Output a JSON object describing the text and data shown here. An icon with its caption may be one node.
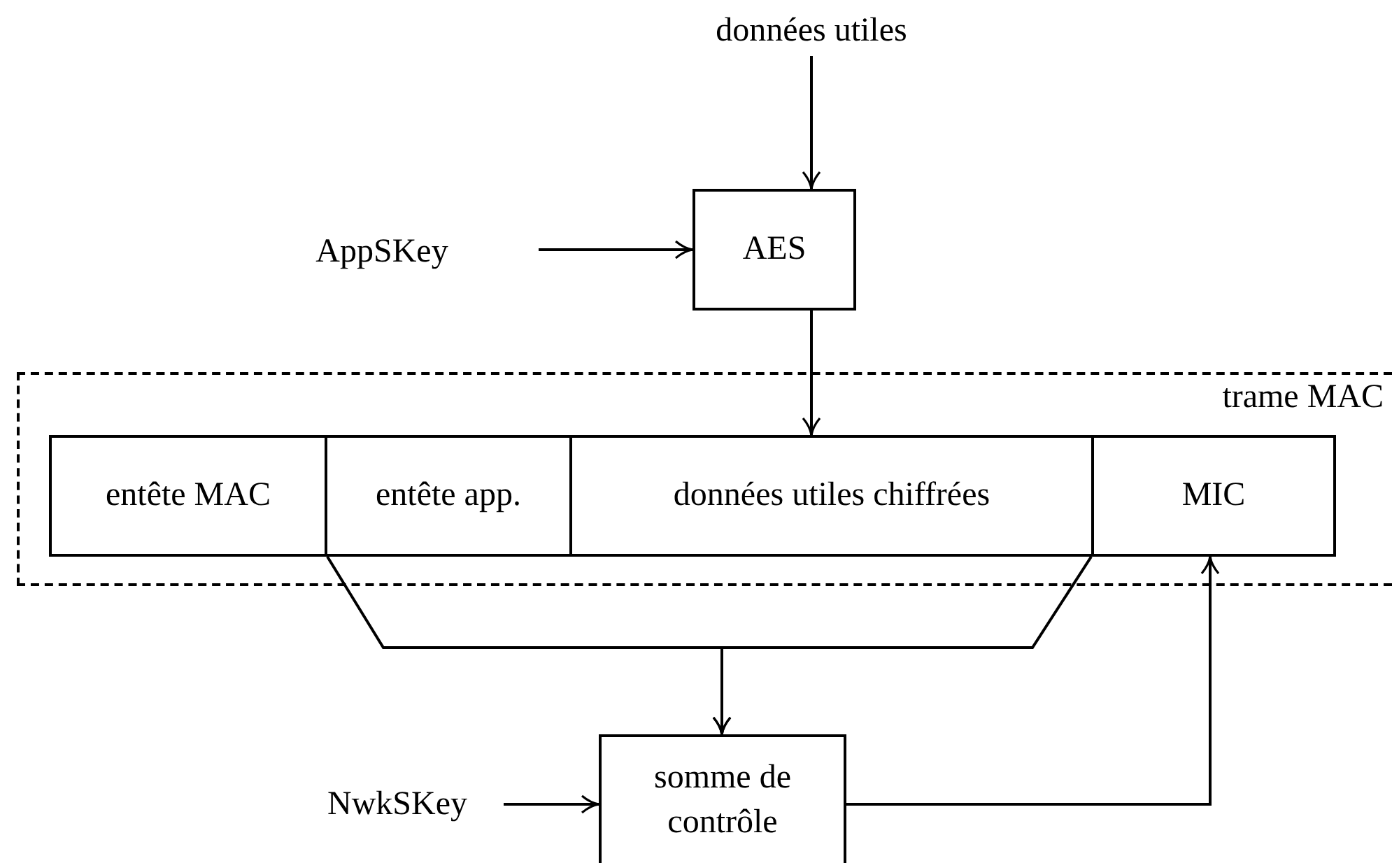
{
  "diagram": {
    "nodes": [
      {
        "text": [
          "données utiles"
        ]
      },
      {
        "text": [
          "AES"
        ]
      },
      {
        "text": [
          "AppSKey"
        ]
      },
      {
        "text": [
          "trame MAC"
        ]
      },
      {
        "text": [
          "entête MAC"
        ],
        "in": 3
      },
      {
        "text": [
          "entête app."
        ],
        "in": 3
      },
      {
        "text": [
          "données utiles chiffrées"
        ],
        "in": 3
      },
      {
        "text": [
          "MIC"
        ],
        "in": 3
      },
      {
        "text": [
          "somme de contrôle"
        ]
      },
      {
        "text": [
          "NwkSKey"
        ]
      }
    ],
    "edges": [
      {
        "from": 0,
        "to": 1,
        "arrow": "to"
      },
      {
        "from": 2,
        "to": 1,
        "arrow": "to"
      },
      {
        "from": 1,
        "to": 6,
        "arrow": "to"
      },
      {
        "from": 5,
        "to": 8,
        "arrow": "to"
      },
      {
        "from": 6,
        "to": 8,
        "arrow": "to"
      },
      {
        "from": 9,
        "to": 8,
        "arrow": "to"
      },
      {
        "from": 8,
        "to": 7,
        "arrow": "to"
      }
    ]
  }
}
